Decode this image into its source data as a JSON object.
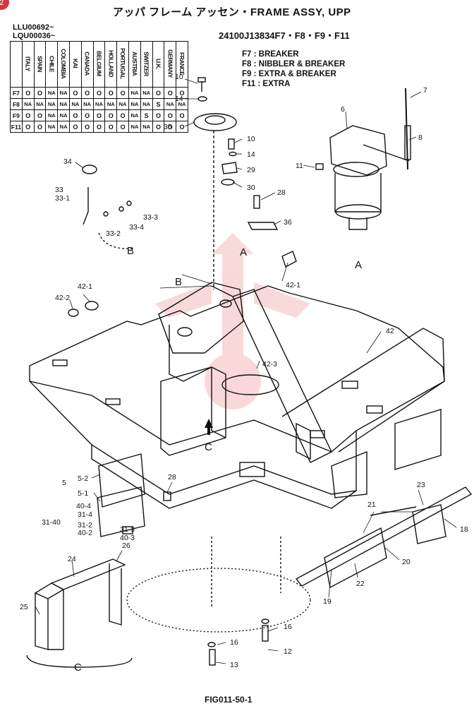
{
  "page_badge": "2",
  "title": "アッパ フレーム アッセン・FRAME ASSY, UPP",
  "serials": [
    "LLU00692~",
    "LQU00036~"
  ],
  "model_code": "24100J13834F7・F8・F9・F11",
  "legend": [
    "F7 : BREAKER",
    "F8 : NIBBLER & BREAKER",
    "F9 : EXTRA & BREAKER",
    "F11 : EXTRA"
  ],
  "applicability": {
    "columns": [
      "ITALY",
      "SPAIN",
      "CHILE",
      "COLOMBIA",
      "KAI",
      "CANADA",
      "BELGIUM",
      "HOLLAND",
      "PORTUGAL",
      "AUSTRIA",
      "SWITZER",
      "U.K.",
      "GERMANY",
      "FRANCE"
    ],
    "rows": [
      {
        "label": "F7",
        "cells": [
          "O",
          "O",
          "NA",
          "NA",
          "O",
          "O",
          "O",
          "O",
          "O",
          "NA",
          "NA",
          "O",
          "O",
          "O"
        ]
      },
      {
        "label": "F8",
        "cells": [
          "NA",
          "NA",
          "NA",
          "NA",
          "NA",
          "NA",
          "NA",
          "NA",
          "NA",
          "NA",
          "NA",
          "S",
          "NA",
          "NA"
        ]
      },
      {
        "label": "F9",
        "cells": [
          "O",
          "O",
          "NA",
          "NA",
          "O",
          "O",
          "O",
          "O",
          "O",
          "NA",
          "S",
          "O",
          "O",
          "O"
        ]
      },
      {
        "label": "F11",
        "cells": [
          "O",
          "O",
          "NA",
          "NA",
          "O",
          "O",
          "O",
          "O",
          "O",
          "NA",
          "NA",
          "O",
          "O",
          "O"
        ]
      }
    ]
  },
  "callouts": [
    "10",
    "14",
    "35",
    "7",
    "6",
    "8",
    "10",
    "14",
    "29",
    "30",
    "11",
    "28",
    "34",
    "33",
    "33-1",
    "33-3",
    "33-4",
    "33-2",
    "36",
    "42-1",
    "42-1",
    "42-2",
    "42",
    "42-3",
    "5",
    "5-2",
    "5-1",
    "28",
    "40-4",
    "31-4",
    "31-40",
    "31-2",
    "40-2",
    "31-3",
    "40-3",
    "24",
    "26",
    "25",
    "23",
    "21",
    "18",
    "20",
    "22",
    "19",
    "16",
    "16",
    "12",
    "13"
  ],
  "view_labels": [
    "B",
    "A",
    "A",
    "B",
    "C",
    "C"
  ],
  "figure_number": "FIG011-50-1"
}
